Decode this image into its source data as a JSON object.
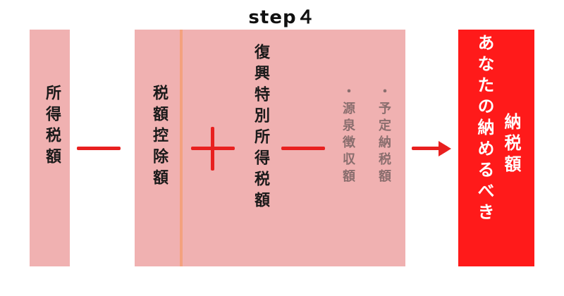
{
  "title": "step４",
  "income_box": {
    "label": "所得税額"
  },
  "deduction_box": {
    "label": "税額控除額"
  },
  "reconstruction_box": {
    "label": "復興特別所得税額"
  },
  "withholding": {
    "label": "・源泉徴収額"
  },
  "prepayment": {
    "label": "・予定納税額"
  },
  "result_box": {
    "line1": "あなたの納めるべき",
    "line2": "納税額"
  },
  "colors": {
    "box": "#f0b1b1",
    "result": "#ff1a1a",
    "operator": "#e8201f",
    "divider": "#f4a27e"
  }
}
